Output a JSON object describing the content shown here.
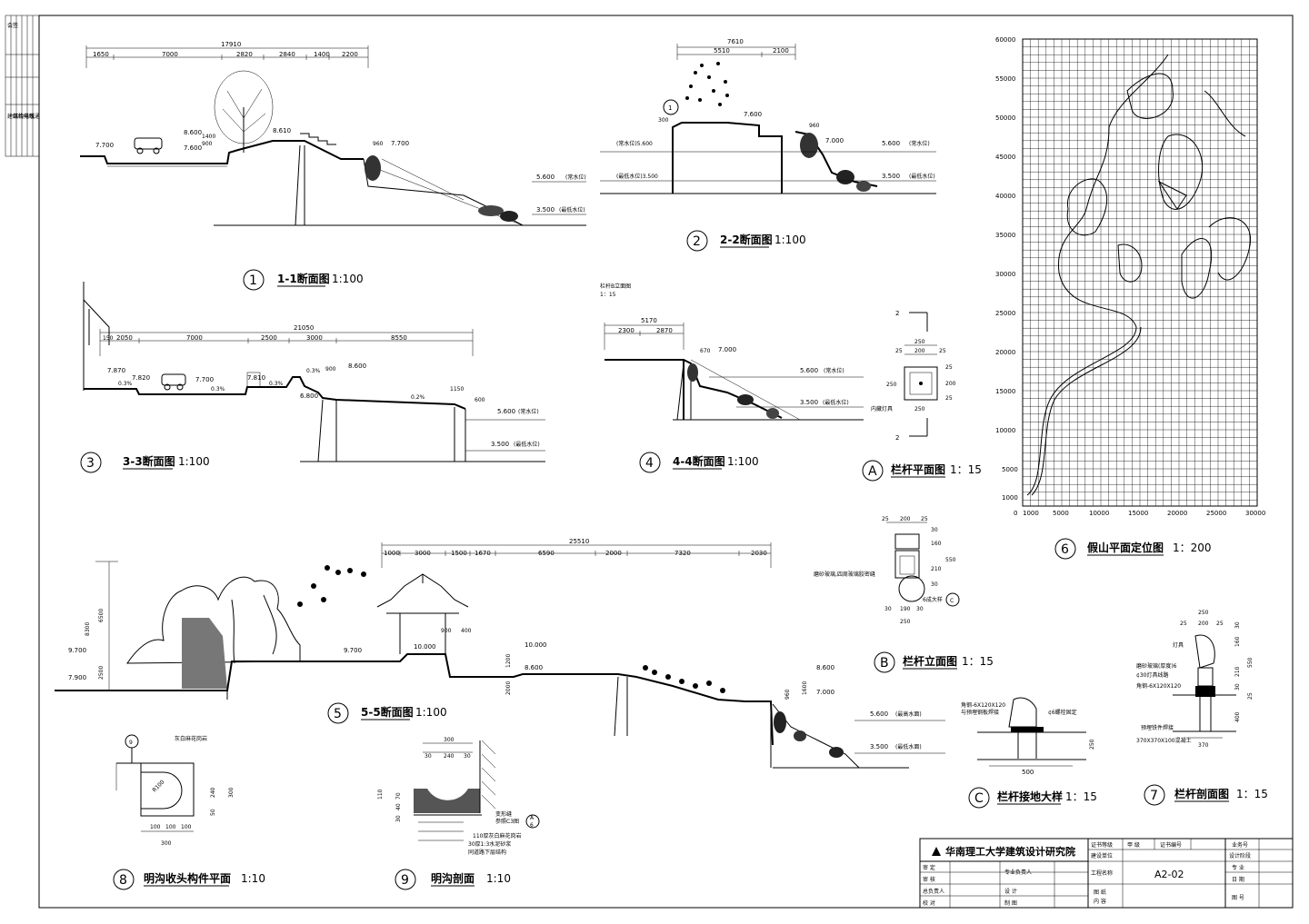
{
  "sheet": {
    "titles": [
      {
        "num": "1",
        "name": "1-1断面图",
        "scale": "1:100"
      },
      {
        "num": "2",
        "name": "2-2断面图",
        "scale": "1:100"
      },
      {
        "num": "3",
        "name": "3-3断面图",
        "scale": "1:100"
      },
      {
        "num": "4",
        "name": "4-4断面图",
        "scale": "1:100"
      },
      {
        "num": "5",
        "name": "5-5断面图",
        "scale": "1:100"
      },
      {
        "num": "6",
        "name": "假山平面定位图",
        "scale": "1：200"
      },
      {
        "num": "7",
        "name": "栏杆剖面图",
        "scale": "1：15"
      },
      {
        "num": "8",
        "name": "明沟收头构件平面",
        "scale": "1:10"
      },
      {
        "num": "9",
        "name": "明沟剖面",
        "scale": "1:10"
      },
      {
        "num": "A",
        "name": "栏杆平面图",
        "scale": "1：15"
      },
      {
        "num": "B",
        "name": "栏杆立面图",
        "scale": "1：15"
      },
      {
        "num": "C",
        "name": "栏杆接地大样",
        "scale": "1：15"
      }
    ]
  },
  "sec1": {
    "dims": [
      "17910",
      "1650",
      "7000",
      "2820",
      "2840",
      "1400",
      "2200"
    ],
    "levels": [
      "7.700",
      "8.600",
      "7.600",
      "8.610",
      "7.700",
      "5.600",
      "3.500",
      "900",
      "1400",
      "960"
    ],
    "notes": [
      "(常水位)",
      "(最低水位)"
    ]
  },
  "sec2": {
    "dims": [
      "7610",
      "5510",
      "2100",
      "300"
    ],
    "levels": [
      "7.600",
      "5.600",
      "3.500",
      "7.000",
      "960"
    ],
    "notes": [
      "(常水位)",
      "(最低水位)",
      "(常水位)5.600",
      "(最低水位)3.500"
    ]
  },
  "sec3": {
    "dims": [
      "21050",
      "150",
      "2050",
      "7000",
      "2500",
      "3000",
      "8550"
    ],
    "levels": [
      "7.870",
      "7.820",
      "7.700",
      "7.810",
      "8.600",
      "6.800",
      "5.600",
      "3.500",
      "1150",
      "600",
      "0.3%",
      "0.3%",
      "0.3%",
      "0.3%",
      "0.2%",
      "900"
    ],
    "notes": [
      "(常水位)",
      "(最低水位)"
    ]
  },
  "sec4": {
    "caption": [
      "栏杆B立面图",
      "1：15"
    ],
    "dims": [
      "5170",
      "2300",
      "2870",
      "670"
    ],
    "levels": [
      "7.000",
      "5.600",
      "3.500"
    ],
    "notes": [
      "(常水位)",
      "(最低水位)"
    ]
  },
  "sec5": {
    "dims": [
      "25510",
      "1000",
      "3000",
      "1500",
      "1670",
      "6590",
      "2000",
      "7320",
      "2030",
      "8300",
      "6500",
      "2500",
      "900",
      "400",
      "1200",
      "2000",
      "1600",
      "960"
    ],
    "levels": [
      "9.700",
      "7.900",
      "9.700",
      "10.000",
      "10.000",
      "8.600",
      "8.600",
      "7.000",
      "5.600",
      "3.500"
    ],
    "notes": [
      "(最高水面)",
      "(最低水面)"
    ]
  },
  "plan6": {
    "yticks": [
      "60000",
      "55000",
      "50000",
      "45000",
      "40000",
      "35000",
      "30000",
      "25000",
      "20000",
      "15000",
      "10000",
      "5000",
      "1000"
    ],
    "xticks": [
      "0",
      "1000",
      "5000",
      "10000",
      "15000",
      "20000",
      "25000",
      "30000"
    ]
  },
  "detailA": {
    "dims": [
      "250",
      "25",
      "200",
      "25",
      "250",
      "25",
      "200",
      "25",
      "250"
    ],
    "marks": [
      "2",
      "2"
    ],
    "note": "内藏灯具"
  },
  "detailB": {
    "dims": [
      "25",
      "200",
      "25",
      "30",
      "160",
      "210",
      "30",
      "550",
      "30",
      "190",
      "30",
      "250"
    ],
    "notes": [
      "磨砂玻璃,四周玻璃胶密缝",
      "6成大样"
    ],
    "mark": "C"
  },
  "detailC": {
    "dims": [
      "500",
      "250"
    ],
    "notes": [
      "角钢-6X120X120",
      "与预埋钢板焊接",
      "¢6螺栓固定"
    ]
  },
  "detail7": {
    "dims": [
      "250",
      "25",
      "200",
      "25",
      "30",
      "160",
      "210",
      "30",
      "550",
      "25",
      "400",
      "370"
    ],
    "notes": [
      "灯具",
      "磨砂玻璃(厚度)6",
      "¢30灯具线路",
      "角钢-6X120X120",
      "预埋铁件焊接",
      "370X370X100混凝土"
    ]
  },
  "detail8": {
    "dims": [
      "100",
      "100",
      "100",
      "300",
      "300",
      "240",
      "50",
      "R100"
    ],
    "note": "灰白麻花岗岩"
  },
  "detail9": {
    "dims": [
      "300",
      "30",
      "240",
      "30",
      "110",
      "70",
      "40",
      "30"
    ],
    "notes": [
      "变形缝",
      "参照C3图",
      "110厚灰白麻花岗岩",
      "30厚1:3水泥砂浆",
      "同道路下层结构"
    ],
    "refs": [
      "A",
      "6"
    ]
  },
  "titleblock": {
    "org": "华南理工大学建筑设计研究院",
    "cert_grade_label": "证书等级",
    "cert_grade": "甲  级",
    "cert_no_label": "证书编号",
    "build_unit": "建设单位",
    "project_name": "工程名称",
    "drawing": "图    纸",
    "content": "内    容",
    "drawing_no": "A2-02",
    "left_labels": [
      "审    定",
      "审    核",
      "总负责人",
      "校    对"
    ],
    "mid_labels": [
      "专业负责人",
      "设    计",
      "制    图"
    ],
    "right_labels": [
      "业务号",
      "设计阶段",
      "专    业",
      "日    期",
      "图    号"
    ]
  },
  "sidebar": {
    "cols": [
      "会签",
      "建筑",
      "结构",
      "给排水",
      "电气",
      "暖通"
    ]
  }
}
